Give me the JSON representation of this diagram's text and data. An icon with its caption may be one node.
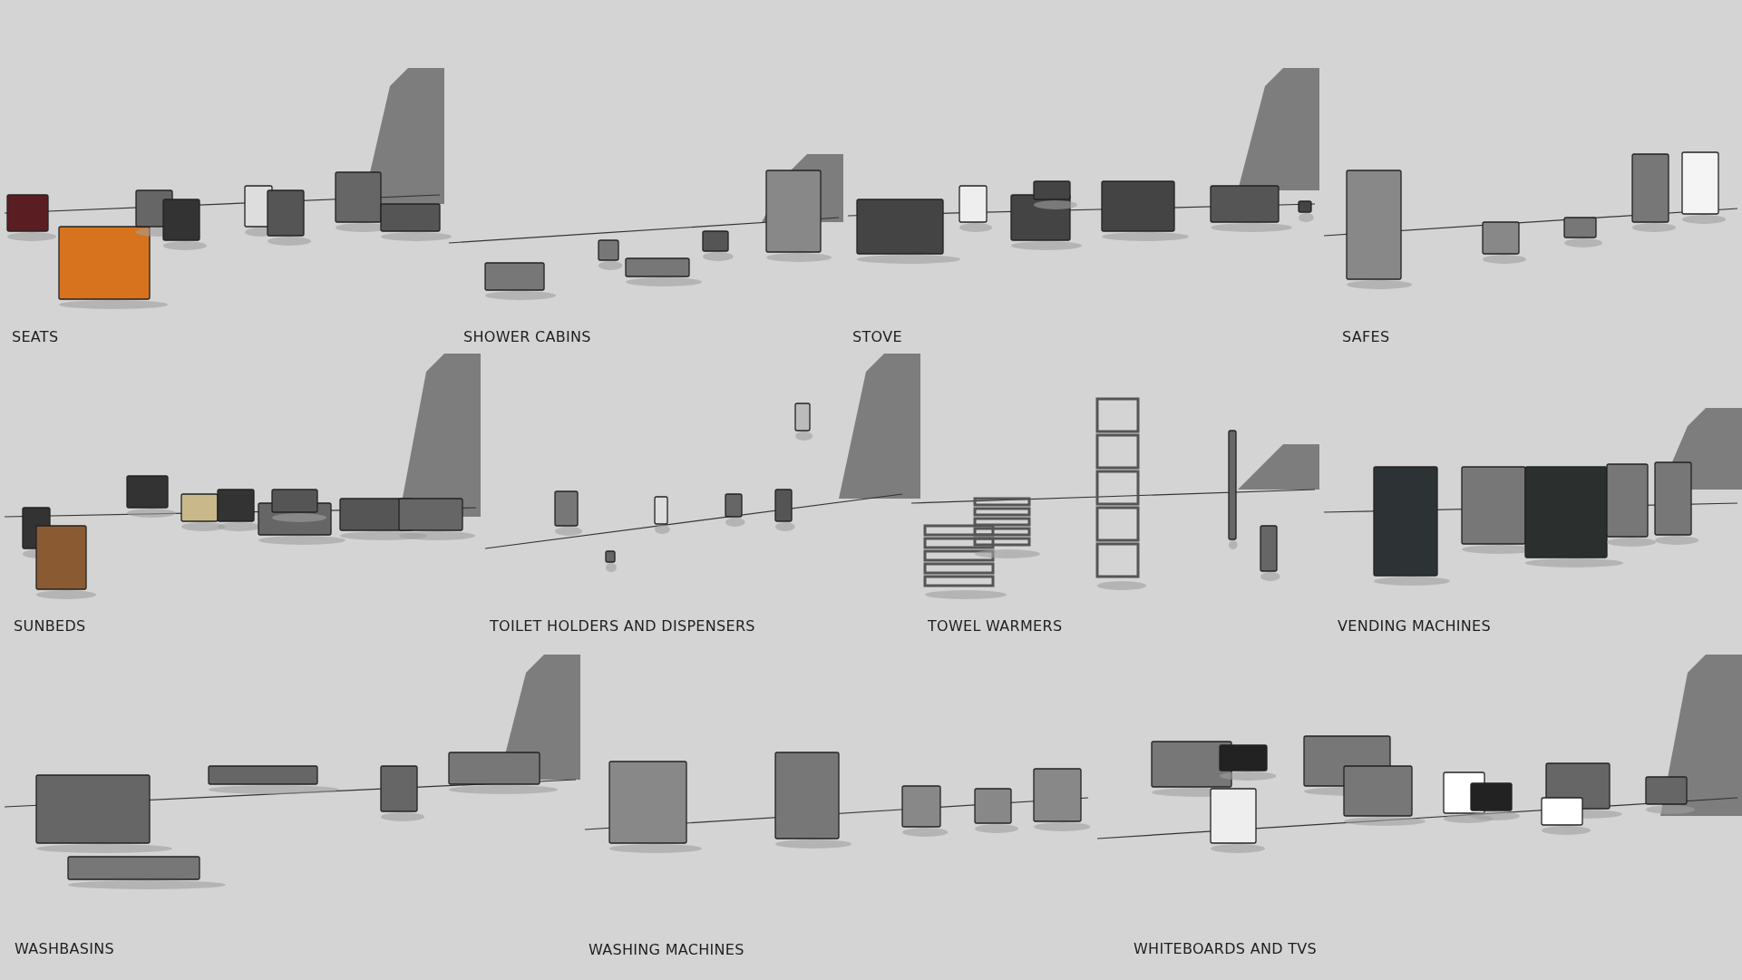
{
  "diagram": {
    "labels": [
      "SEATS",
      "SHOWER CABINS",
      "STOVE",
      "SAFES",
      "SUNBEDS",
      "TOILET HOLDERS AND DISPENSERS",
      "TOWEL WARMERS",
      "VENDING MACHINES",
      "WASHBASINS",
      "WASHING MACHINES",
      "WHITEBOARDS AND TVS"
    ]
  }
}
